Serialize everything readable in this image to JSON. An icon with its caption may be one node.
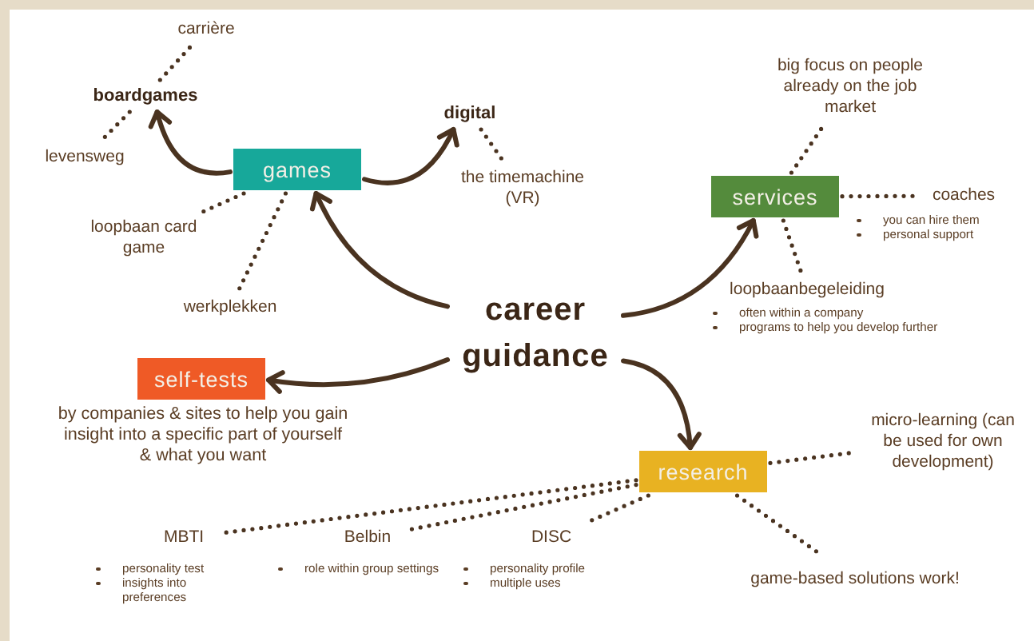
{
  "diagram": {
    "nodes": [
      {
        "text": [
          "career guidance"
        ]
      },
      {
        "text": [
          "games"
        ]
      },
      {
        "text": [
          "boardgames"
        ]
      },
      {
        "text": [
          "carrière"
        ]
      },
      {
        "text": [
          "levensweg"
        ]
      },
      {
        "text": [
          "digital"
        ]
      },
      {
        "text": [
          "the timemachine (VR)"
        ]
      },
      {
        "text": [
          "loopbaan card game"
        ]
      },
      {
        "text": [
          "werkplekken"
        ]
      },
      {
        "text": [
          "services"
        ]
      },
      {
        "text": [
          "big focus on people already on the job market"
        ]
      },
      {
        "text": [
          "coaches"
        ],
        "beside": [
          "you can hire them",
          "personal support"
        ]
      },
      {
        "text": [
          "loopbaanbegeleiding"
        ],
        "beside": [
          "often within a company",
          "programs to help you develop further"
        ]
      },
      {
        "text": [
          "self-tests"
        ],
        "beside": [
          "by companies & sites to help you gain insight into a specific part of yourself & what you want"
        ]
      },
      {
        "text": [
          "research"
        ]
      },
      {
        "text": [
          "micro-learning (can be used for own development)"
        ]
      },
      {
        "text": [
          "game-based solutions work!"
        ]
      },
      {
        "text": [
          "MBTI"
        ],
        "beside": [
          "personality test",
          "insights into preferences"
        ]
      },
      {
        "text": [
          "Belbin"
        ],
        "beside": [
          "role within group settings"
        ]
      },
      {
        "text": [
          "DISC"
        ],
        "beside": [
          "personality profile",
          "multiple uses"
        ]
      }
    ],
    "edges": [
      {
        "from": 0,
        "to": 1,
        "arrow": "to"
      },
      {
        "from": 0,
        "to": 9,
        "arrow": "to"
      },
      {
        "from": 0,
        "to": 13,
        "arrow": "to"
      },
      {
        "from": 0,
        "to": 14,
        "arrow": "to"
      },
      {
        "from": 1,
        "to": 2,
        "arrow": "to"
      },
      {
        "from": 1,
        "to": 5,
        "arrow": "to"
      },
      {
        "from": 2,
        "to": 3,
        "arrow": "none",
        "style": "dashed"
      },
      {
        "from": 2,
        "to": 4,
        "arrow": "none",
        "style": "dashed"
      },
      {
        "from": 5,
        "to": 6,
        "arrow": "none",
        "style": "dashed"
      },
      {
        "from": 1,
        "to": 7,
        "arrow": "none",
        "style": "dashed"
      },
      {
        "from": 1,
        "to": 8,
        "arrow": "none",
        "style": "dashed"
      },
      {
        "from": 9,
        "to": 10,
        "arrow": "none",
        "style": "dashed"
      },
      {
        "from": 9,
        "to": 11,
        "arrow": "none",
        "style": "dashed"
      },
      {
        "from": 9,
        "to": 12,
        "arrow": "none",
        "style": "dashed"
      },
      {
        "from": 14,
        "to": 15,
        "arrow": "none",
        "style": "dashed"
      },
      {
        "from": 14,
        "to": 16,
        "arrow": "none",
        "style": "dashed"
      },
      {
        "from": 14,
        "to": 17,
        "arrow": "none",
        "style": "dashed"
      },
      {
        "from": 14,
        "to": 18,
        "arrow": "none",
        "style": "dashed"
      },
      {
        "from": 14,
        "to": 19,
        "arrow": "none",
        "style": "dashed"
      }
    ]
  }
}
